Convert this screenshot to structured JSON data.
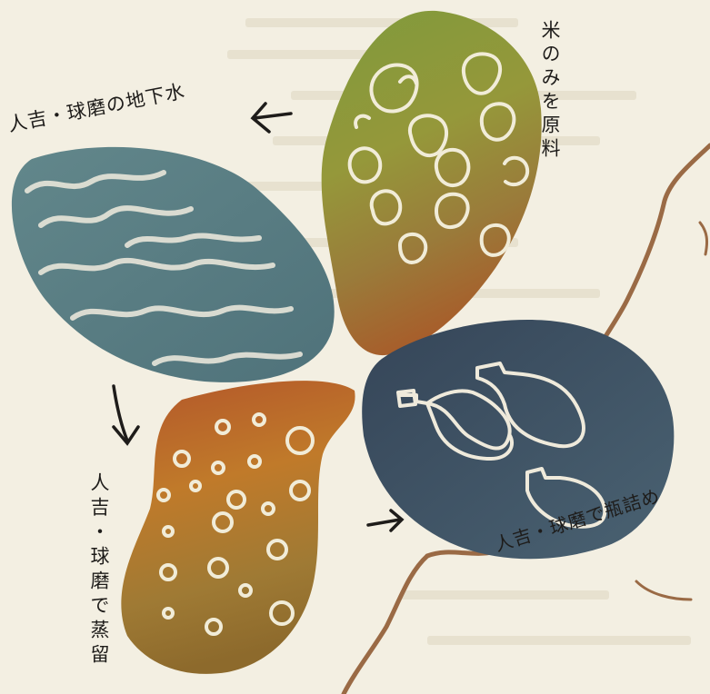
{
  "captions": {
    "water": "人吉・球磨の地下水",
    "rice": "米のみを原料",
    "distill": "人吉・球磨で蒸留",
    "bottle": "人吉・球磨で瓶詰め"
  },
  "colors": {
    "paper": "#f3efe2",
    "water_blob": "#5a7f85",
    "rice_blob": "#8f9a3a",
    "distill_blob": "#b5642a",
    "bottle_blob": "#3c4e62",
    "chalk": "#f4efe0",
    "branch": "#9a6a45",
    "ink": "#1e1c1a"
  },
  "icons": [
    "arrow-left-icon",
    "arrow-down-icon",
    "arrow-right-icon",
    "bottle-icon",
    "rice-grain-icon",
    "wave-icon",
    "dot-icon"
  ]
}
